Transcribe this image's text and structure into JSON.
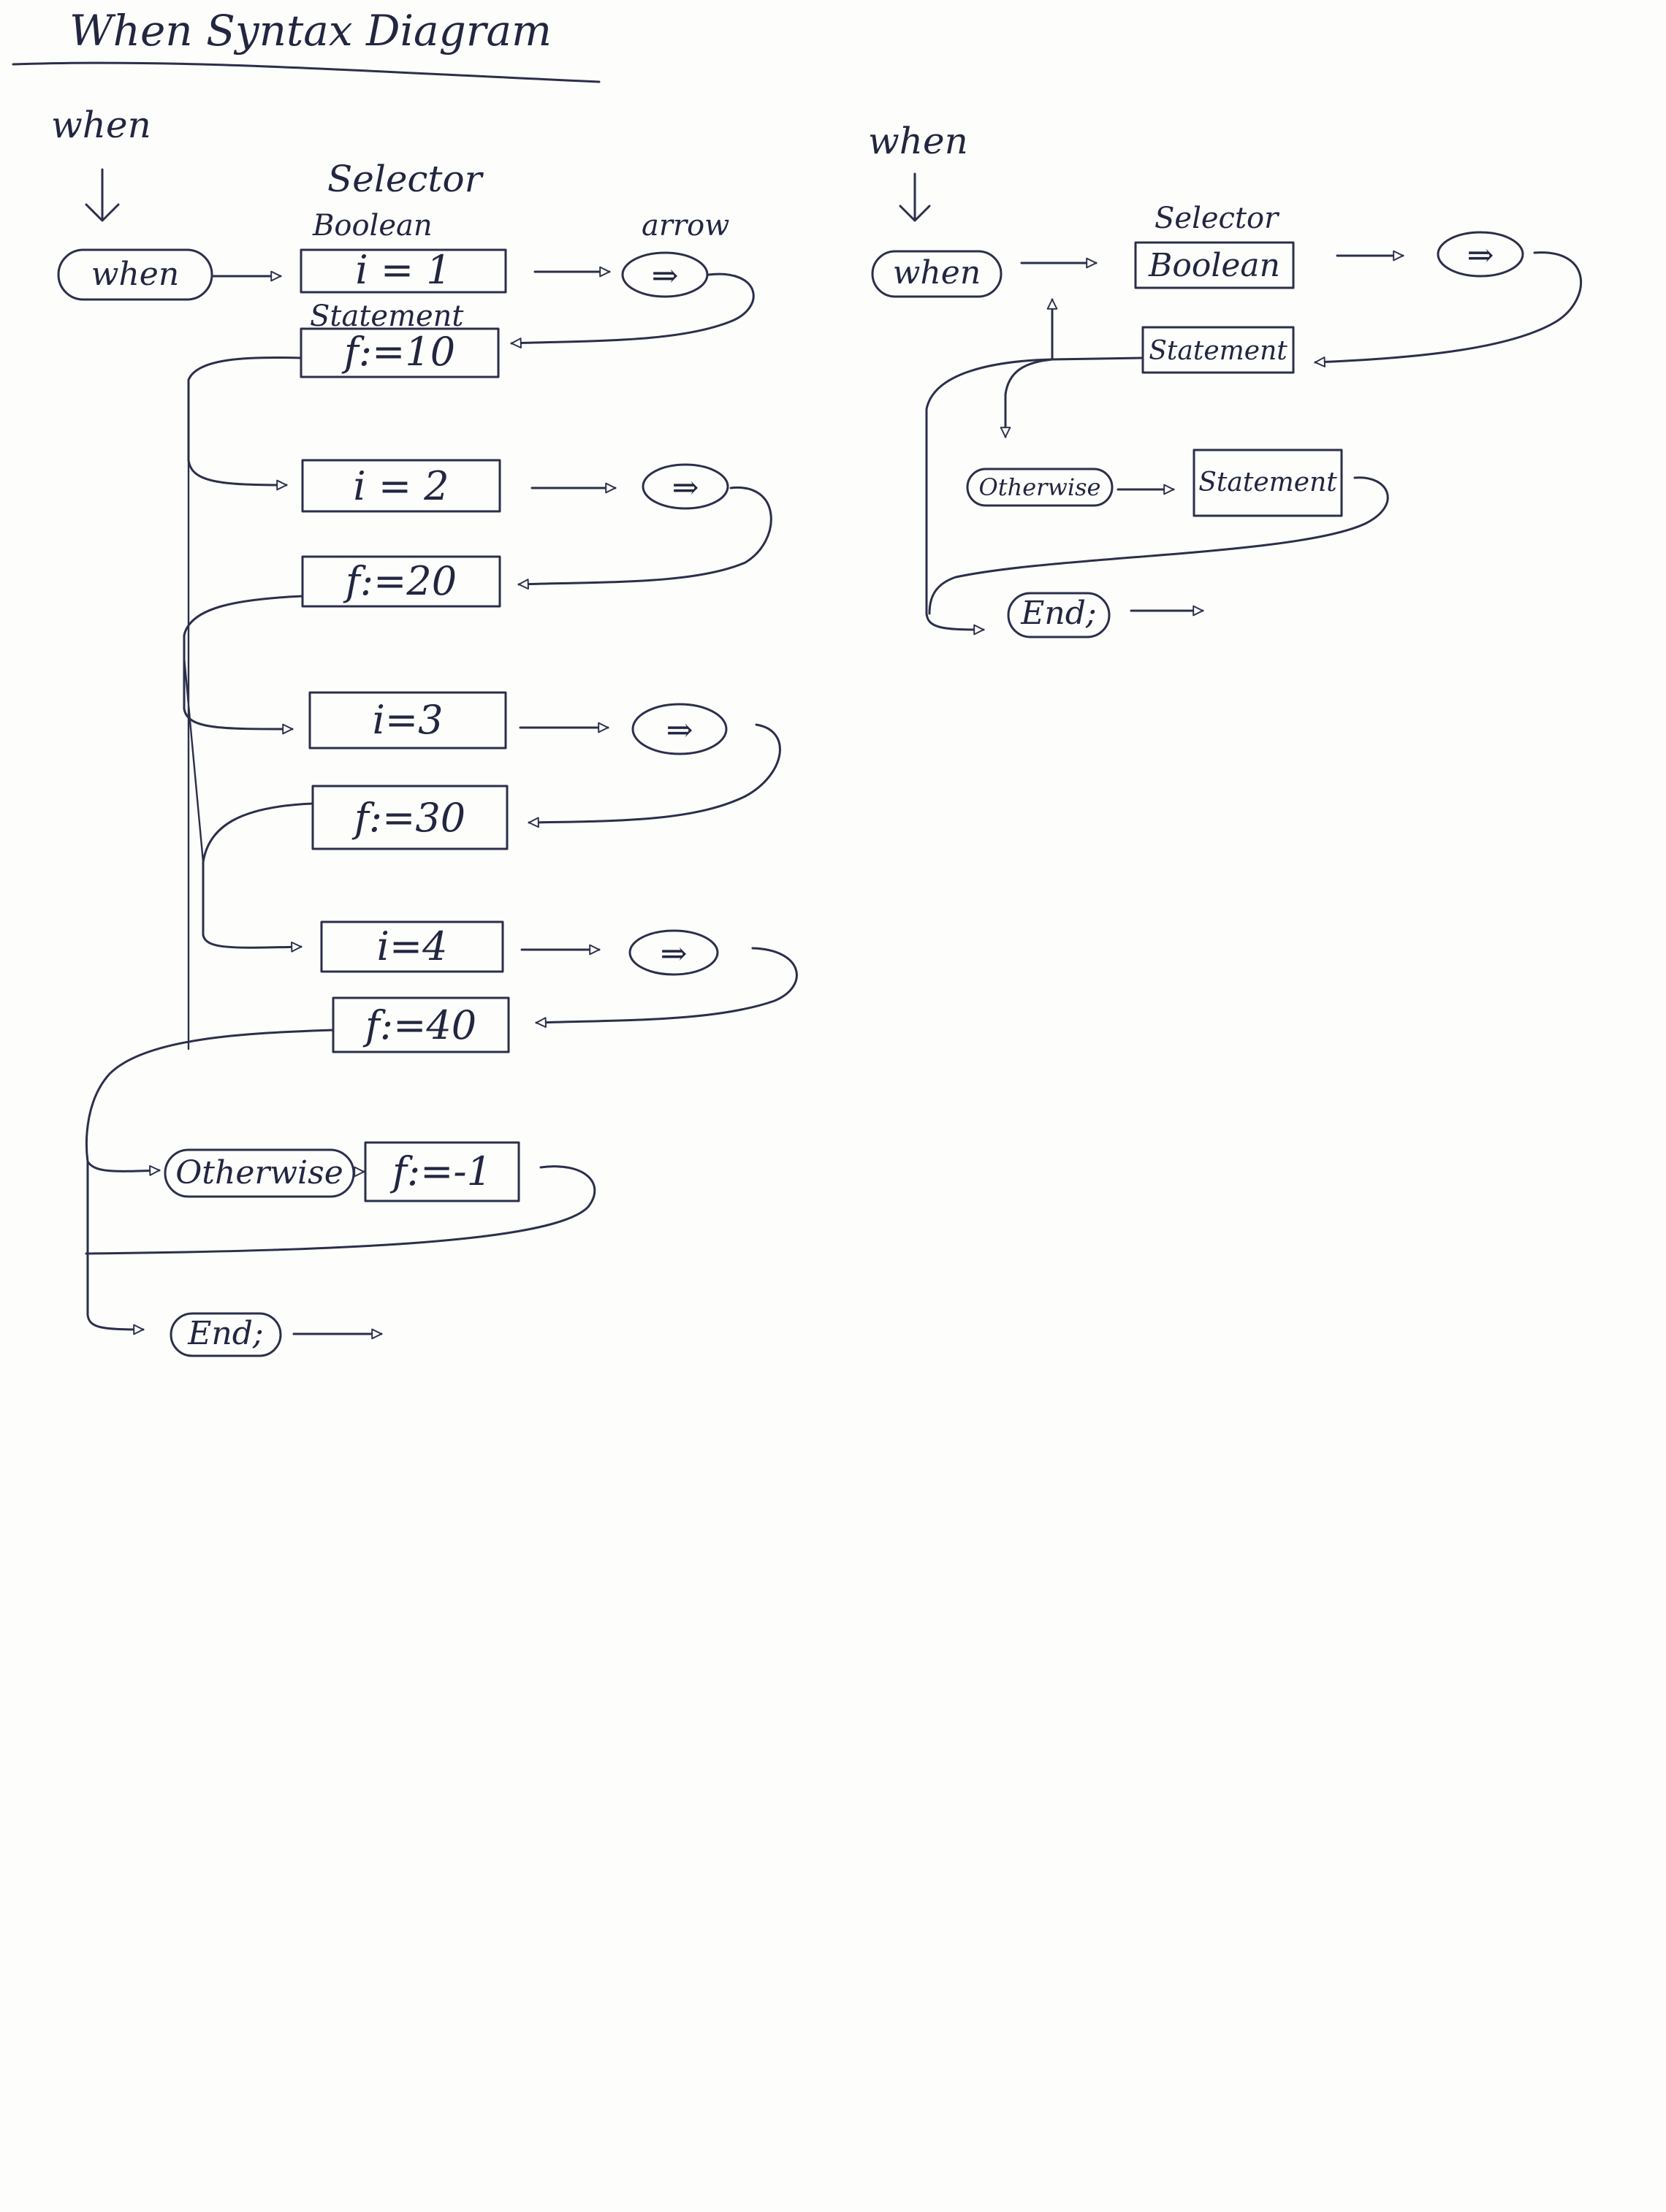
{
  "title": "When Syntax Diagram",
  "left_diagram": {
    "heading": "when",
    "selector_label": "Selector",
    "boolean_label": "Boolean",
    "statement_label": "Statement",
    "arrow_label": "arrow",
    "start_oval": "when",
    "arrow_symbol": "⇒",
    "cases": [
      {
        "condition": "i = 1",
        "statement": "f:=10"
      },
      {
        "condition": "i = 2",
        "statement": "f:=20"
      },
      {
        "condition": "i=3",
        "statement": "f:=30"
      },
      {
        "condition": "i=4",
        "statement": "f:=40"
      }
    ],
    "otherwise_oval": "Otherwise",
    "otherwise_statement": "f:=-1",
    "end_oval": "End;"
  },
  "right_diagram": {
    "heading": "when",
    "selector_label": "Selector",
    "start_oval": "when",
    "boolean_box": "Boolean",
    "arrow_symbol": "⇒",
    "statement_box": "Statement",
    "otherwise_oval": "Otherwise",
    "otherwise_statement": "Statement",
    "end_oval": "End;"
  }
}
